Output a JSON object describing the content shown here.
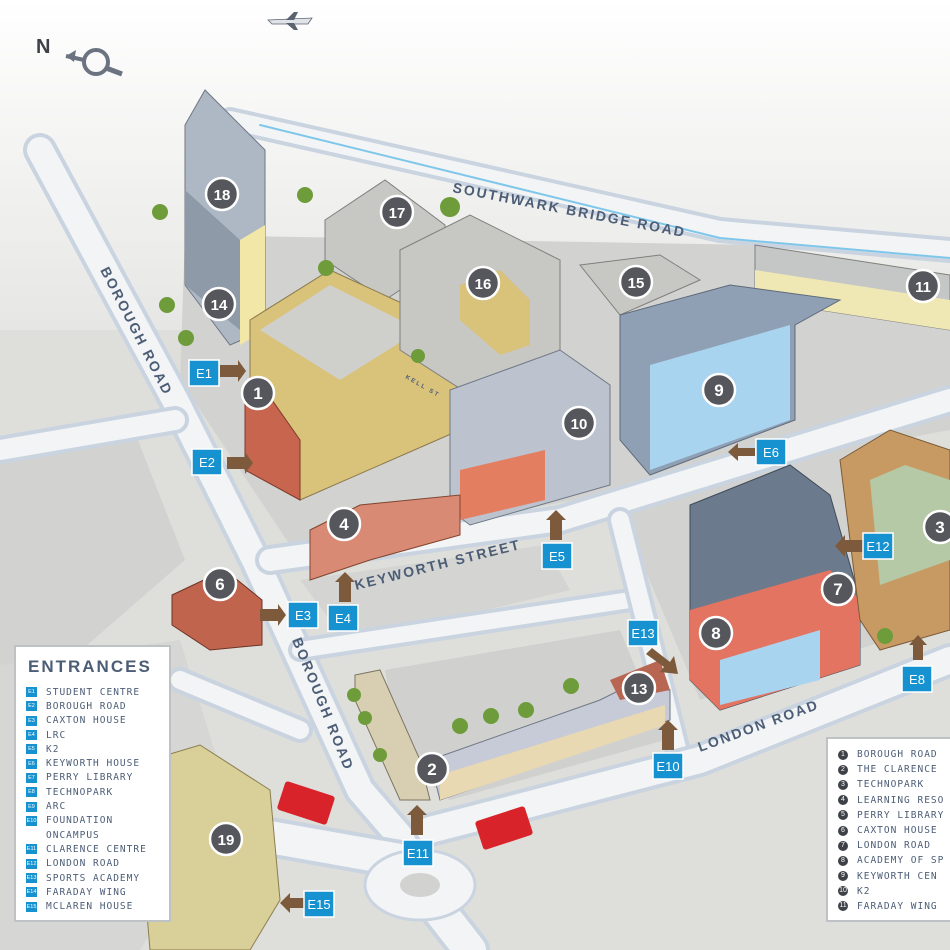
{
  "colors": {
    "background": "#e6e6e4",
    "road": "#f3f4f5",
    "road_edge": "#c4cfdb",
    "block": "#d4d4d2",
    "marker": "#56575c",
    "entrance_box": "#1692d0",
    "entrance_arrow": "#7d5a3b",
    "road_label": "#4c5d76",
    "bus": "#d8232a"
  },
  "compass": {
    "label": "N",
    "icon": "compass-arrow-icon"
  },
  "roads": {
    "southwark": "SOUTHWARK BRIDGE ROAD",
    "borough_upper": "BOROUGH ROAD",
    "borough_lower": "BOROUGH ROAD",
    "keyworth": "KEYWORTH STREET",
    "london": "LONDON ROAD",
    "small_street": "KELL ST"
  },
  "building_markers": [
    "1",
    "2",
    "3",
    "4",
    "6",
    "7",
    "8",
    "9",
    "10",
    "11",
    "13",
    "14",
    "15",
    "16",
    "17",
    "18",
    "19"
  ],
  "entrance_markers": [
    "E1",
    "E2",
    "E3",
    "E4",
    "E5",
    "E6",
    "E8",
    "E10",
    "E11",
    "E12",
    "E13",
    "E15"
  ],
  "entrances_legend": {
    "title": "ENTRANCES",
    "items": [
      {
        "code": "E1",
        "name": "STUDENT CENTRE"
      },
      {
        "code": "E2",
        "name": "BOROUGH ROAD"
      },
      {
        "code": "E3",
        "name": "CAXTON HOUSE"
      },
      {
        "code": "E4",
        "name": "LRC"
      },
      {
        "code": "E5",
        "name": "K2"
      },
      {
        "code": "E6",
        "name": "KEYWORTH HOUSE"
      },
      {
        "code": "E7",
        "name": "PERRY LIBRARY"
      },
      {
        "code": "E8",
        "name": "TECHNOPARK"
      },
      {
        "code": "E9",
        "name": "ARC"
      },
      {
        "code": "E10",
        "name": "FOUNDATION"
      },
      {
        "code": "",
        "name": "ONCAMPUS"
      },
      {
        "code": "E11",
        "name": "CLARENCE CENTRE"
      },
      {
        "code": "E12",
        "name": "LONDON ROAD"
      },
      {
        "code": "E13",
        "name": "SPORTS ACADEMY"
      },
      {
        "code": "E14",
        "name": "FARADAY WING"
      },
      {
        "code": "E15",
        "name": "MCLAREN HOUSE"
      }
    ]
  },
  "buildings_legend": {
    "items": [
      {
        "num": "1",
        "name": "BOROUGH ROAD"
      },
      {
        "num": "2",
        "name": "THE CLARENCE"
      },
      {
        "num": "3",
        "name": "TECHNOPARK"
      },
      {
        "num": "4",
        "name": "LEARNING RESO"
      },
      {
        "num": "5",
        "name": "PERRY LIBRARY"
      },
      {
        "num": "6",
        "name": "CAXTON HOUSE"
      },
      {
        "num": "7",
        "name": "LONDON ROAD"
      },
      {
        "num": "8",
        "name": "ACADEMY OF SP"
      },
      {
        "num": "9",
        "name": "KEYWORTH CEN"
      },
      {
        "num": "10",
        "name": "K2"
      },
      {
        "num": "11",
        "name": "FARADAY WING"
      }
    ]
  }
}
